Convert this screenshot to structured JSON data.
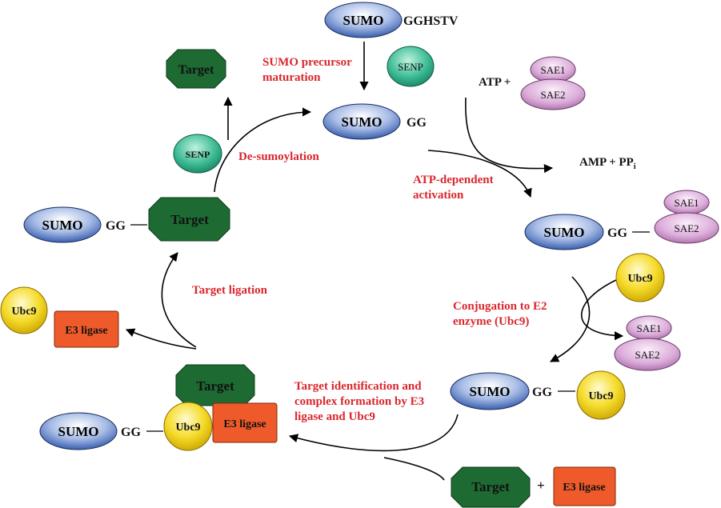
{
  "nodes": {
    "sumo": "SUMO",
    "gg": "GG",
    "gghstv": "GGHSTV",
    "senp": "SENP",
    "sae1": "SAE1",
    "sae2": "SAE2",
    "ubc9": "Ubc9",
    "target": "Target",
    "e3": "E3 ligase",
    "atp": "ATP +",
    "amp": "AMP + PP",
    "amp_sub": "i",
    "plus": "+"
  },
  "steps": {
    "maturation_1": "SUMO precursor",
    "maturation_2": "maturation",
    "activation_1": "ATP-dependent",
    "activation_2": "activation",
    "conjugation_1": "Conjugation to E2",
    "conjugation_2": "enzyme (Ubc9)",
    "identification_1": "Target identification and",
    "identification_2": "complex formation by E3",
    "identification_3": "ligase and Ubc9",
    "ligation": "Target ligation",
    "desumoylation": "De-sumoylation"
  },
  "colors": {
    "sumo_fill": "#6f8fce",
    "senp_fill": "#2fae8c",
    "sae_fill": "#d9a6d6",
    "ubc9_fill": "#f0d020",
    "target_fill": "#1d6a33",
    "e3_fill": "#ef5a2a",
    "step_text": "#d9272e"
  }
}
